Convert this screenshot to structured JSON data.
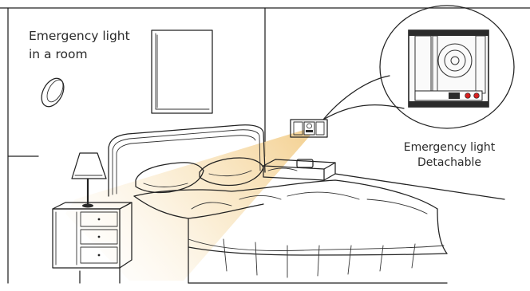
{
  "labels": {
    "room_line1": "Emergency light",
    "room_line2": "in a room",
    "detach_line1": "Emergency light",
    "detach_line2": "Detachable"
  },
  "colors": {
    "line": "#222222",
    "beam": "#f6d69a",
    "module_red": "#d62020",
    "module_dark": "#2b2b2b"
  },
  "icons": [
    "ceiling-light-icon",
    "emergency-light-module-icon",
    "lamp-icon"
  ]
}
